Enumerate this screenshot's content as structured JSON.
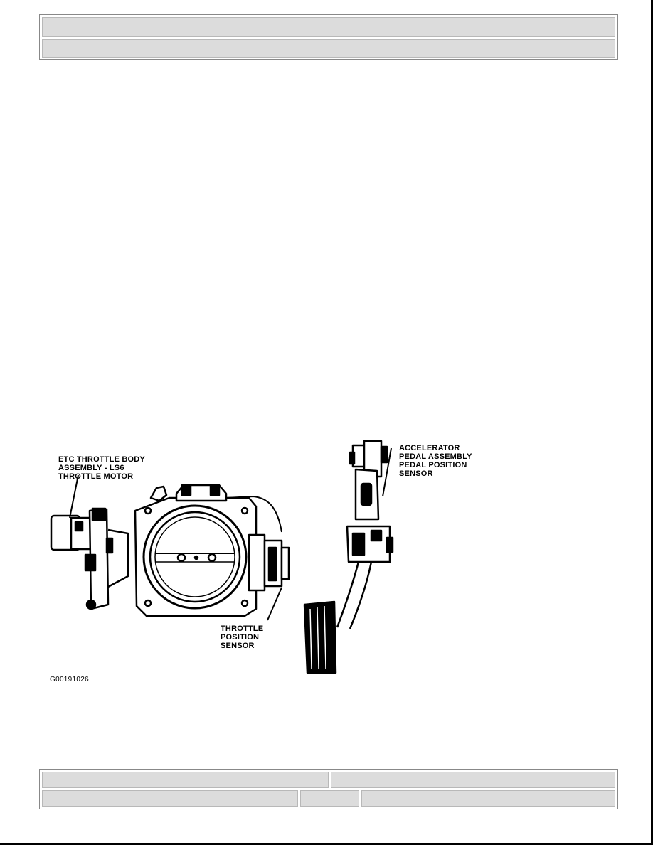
{
  "header": {
    "row1_text": "",
    "row2_text": ""
  },
  "figure": {
    "labels": {
      "throttle_body": "ETC THROTTLE BODY\nASSEMBLY - LS6\nTHROTTLE MOTOR",
      "throttle_position_sensor": "THROTTLE\nPOSITION\nSENSOR",
      "accelerator_pedal": "ACCELERATOR\nPEDAL ASSEMBLY\nPEDAL POSITION\nSENSOR"
    },
    "code": "G00191026"
  },
  "footer": {
    "cell_top_left": "",
    "cell_top_right": "",
    "cell_bottom_left": "",
    "cell_bottom_middle": "",
    "cell_bottom_right": ""
  }
}
